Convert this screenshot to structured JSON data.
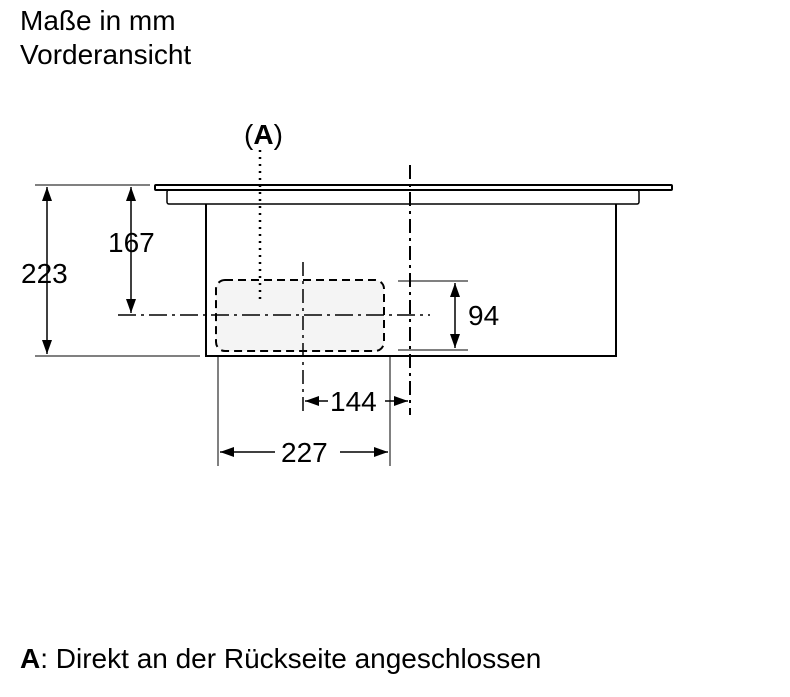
{
  "header": {
    "line1": "Maße in mm",
    "line2": "Vorderansicht"
  },
  "diagram": {
    "callout_open": "(",
    "callout_letter": "A",
    "callout_close": ")",
    "dimensions": {
      "total_height": "223",
      "center_height": "167",
      "connection_height": "94",
      "offset_to_center": "144",
      "connection_width": "227"
    }
  },
  "legend": {
    "key": "A",
    "text": ": Direkt an der Rückseite angeschlossen"
  }
}
